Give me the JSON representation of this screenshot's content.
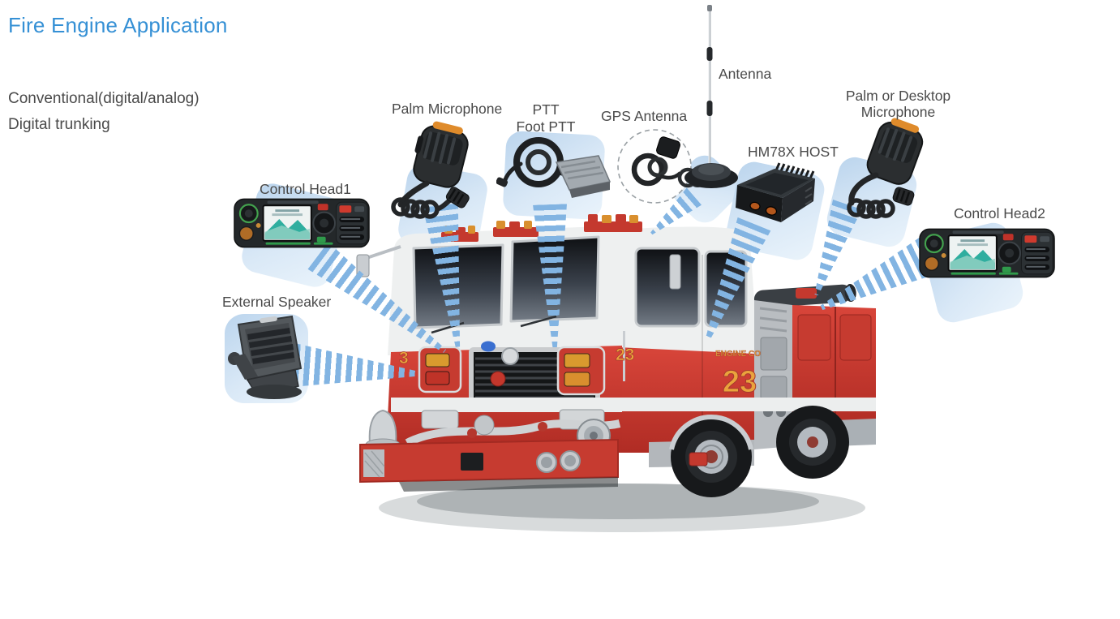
{
  "header": {
    "title": "Fire Engine Application",
    "modes": [
      "Conventional(digital/analog)",
      "Digital trunking"
    ]
  },
  "colors": {
    "accent_blue": "#3590d5",
    "label_gray": "#4a4a4a",
    "beam_blue": "#82b4e2",
    "tile_blue": "#c4dcf1",
    "truck_red": "#c63b30",
    "truck_number_yellow": "#eaa33c"
  },
  "devices": {
    "control_head_1": {
      "label": "Control Head1"
    },
    "palm_microphone": {
      "label": "Palm Microphone"
    },
    "ptt": {
      "label_line1": "PTT",
      "label_line2": "Foot PTT"
    },
    "gps_antenna": {
      "label": "GPS Antenna"
    },
    "antenna": {
      "label": "Antenna"
    },
    "hm78x_host": {
      "label": "HM78X HOST"
    },
    "palm_or_desktop_microphone": {
      "label_line1": "Palm or Desktop",
      "label_line2": "Microphone"
    },
    "control_head_2": {
      "label": "Control Head2"
    },
    "external_speaker": {
      "label": "External Speaker"
    }
  },
  "truck": {
    "front_number": "23",
    "front_partial_number": "3",
    "side_number": "23",
    "side_unit_text": "ENGINE CO"
  }
}
